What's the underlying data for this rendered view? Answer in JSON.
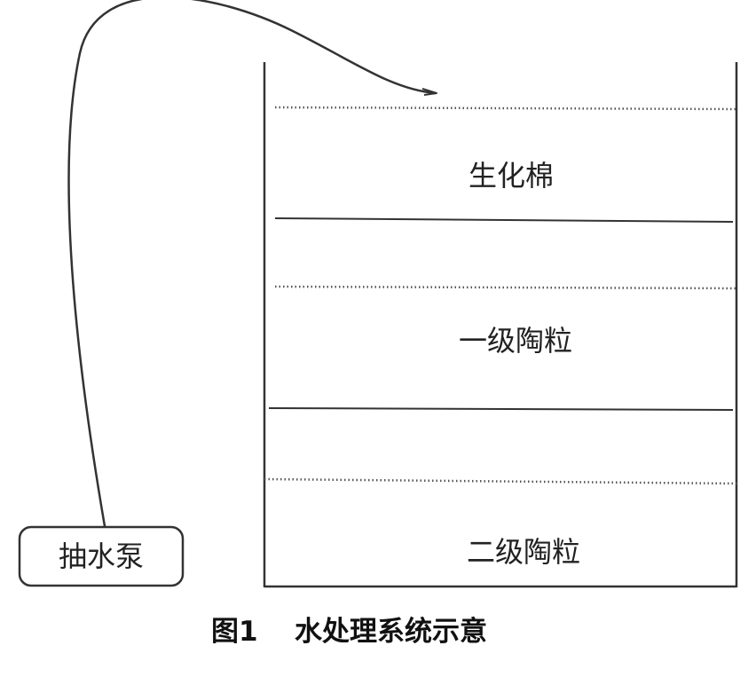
{
  "diagram": {
    "pump": {
      "label": "抽水泵"
    },
    "layers": [
      {
        "label": "生化棉"
      },
      {
        "label": "一级陶粒"
      },
      {
        "label": "二级陶粒"
      }
    ],
    "caption": {
      "number": "图1",
      "title": "水处理系统示意"
    }
  }
}
